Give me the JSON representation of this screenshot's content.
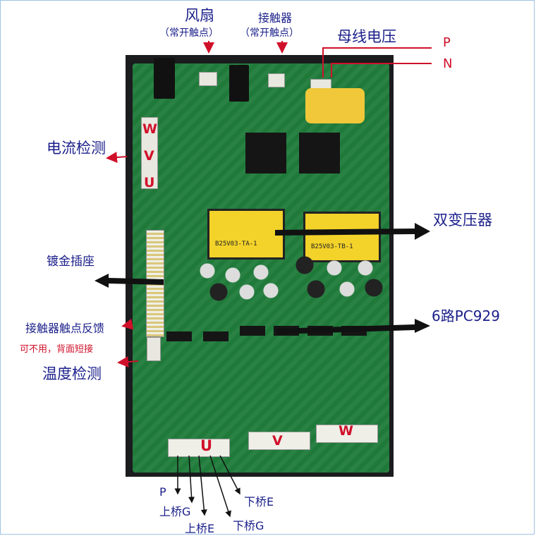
{
  "labels": {
    "fan": "风扇",
    "fan_sub": "（常开触点）",
    "contactor": "接触器",
    "contactor_sub": "（常开触点）",
    "bus_voltage": "母线电压",
    "p": "P",
    "n": "N",
    "current_detect": "电流检测",
    "w_phase": "W",
    "v_phase": "V",
    "u_phase": "U",
    "dual_transformer": "双变压器",
    "gold_socket": "镀金插座",
    "pc929": "6路PC929",
    "contactor_feedback": "接触器触点反馈",
    "unused_note": "可不用，背面短接",
    "temperature": "温度检测",
    "out_u": "U",
    "out_v": "V",
    "out_w": "W",
    "pin_p": "P",
    "pin_upper_g": "上桥G",
    "pin_upper_e": "上桥E",
    "pin_lower_e": "下桥E",
    "pin_lower_g": "下桥G",
    "transformer_mark_1": "B25V03-TA-1",
    "transformer_mark_2": "B25V03-TB-1"
  },
  "colors": {
    "annotation": "#1b1f8a",
    "phase_letter": "#e0204a",
    "note_red": "#c0102a",
    "pcb_green": "#1f7a3a",
    "transformer_yellow": "#f3d22a",
    "capacitor_yellow": "#f0c83a"
  }
}
